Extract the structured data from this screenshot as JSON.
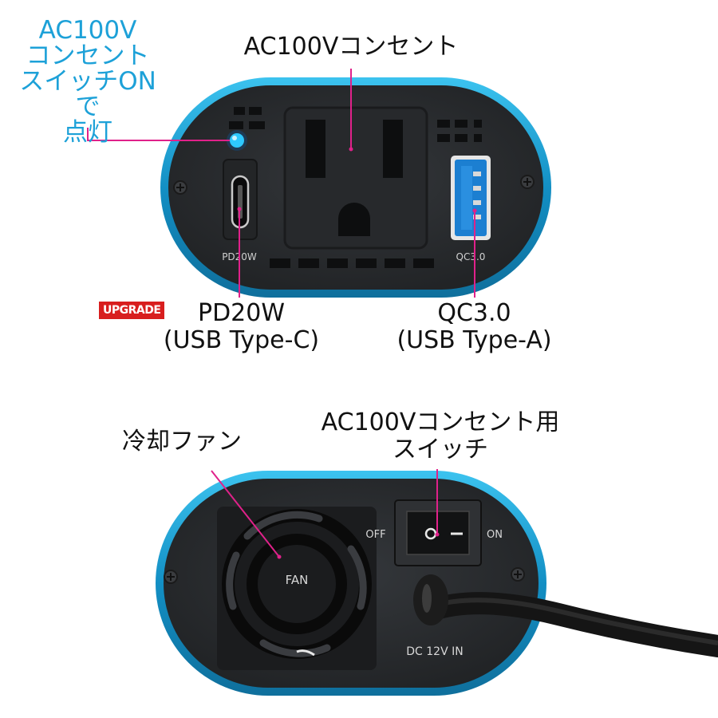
{
  "top": {
    "led_label_lines": [
      "AC100V",
      "コンセント",
      "スイッチONで",
      "点灯"
    ],
    "outlet_label": "AC100Vコンセント",
    "upgrade_badge": "UPGRADE",
    "pd_label_line1": "PD20W",
    "pd_label_line2": "(USB Type-C)",
    "qc_label_line1": "QC3.0",
    "qc_label_line2": "(USB Type-A)",
    "panel_text_pd": "PD20W",
    "panel_text_qc": "QC3.0"
  },
  "bottom": {
    "fan_label": "冷却ファン",
    "switch_label_line1": "AC100Vコンセント用",
    "switch_label_line2": "スイッチ",
    "panel_text_fan": "FAN",
    "panel_text_off": "OFF",
    "panel_text_on": "ON",
    "panel_text_dc": "DC 12V IN"
  },
  "colors": {
    "accent_cyan": "#1da1d8",
    "callout_magenta": "#e0218a",
    "badge_red": "#d81e1e",
    "panel_dark": "#2b2d30",
    "shell_blue": "#1aa3d6"
  }
}
